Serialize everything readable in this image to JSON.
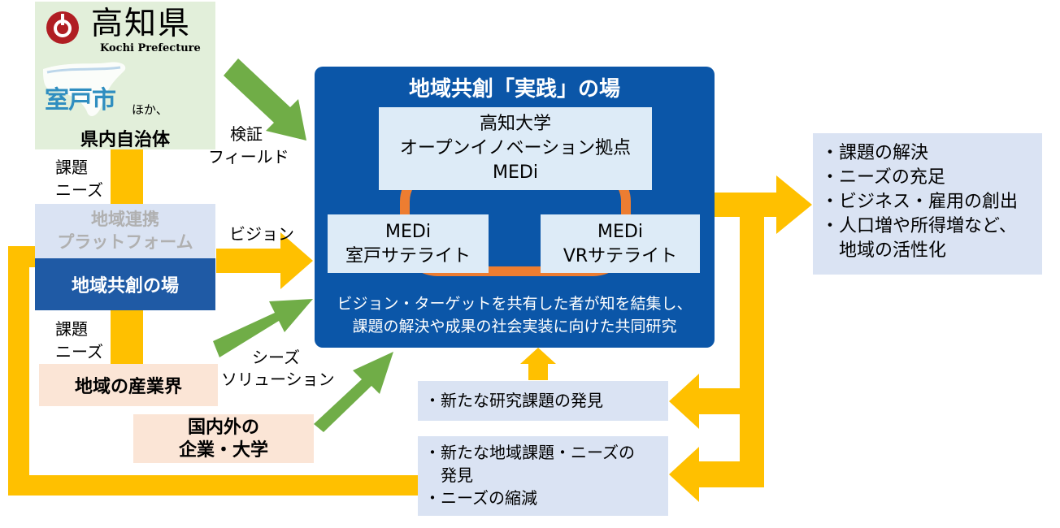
{
  "colors": {
    "yellow": "#ffc000",
    "green": "#70ad47",
    "orange": "#ed7d31",
    "navy": "#0b56a8",
    "light_blue": "#ddebf7",
    "lavender": "#dae3f3",
    "peach": "#fbe5d6",
    "pale_green": "#e2efda"
  },
  "government": {
    "prefecture_name": "高知県",
    "prefecture_name_en": "Kochi Prefecture",
    "city_name": "室戸市",
    "city_suffix": "ほか、",
    "label": "県内自治体",
    "issues_label_line1": "課題",
    "issues_label_line2": "ニーズ"
  },
  "platform": {
    "upper_line1": "地域連携",
    "upper_line2": "プラットフォーム",
    "lower": "地域共創の場"
  },
  "industry": {
    "issues_label_line1": "課題",
    "issues_label_line2": "ニーズ",
    "label": "地域の産業界"
  },
  "global_partners": {
    "line1": "国内外の",
    "line2": "企業・大学"
  },
  "arrow_labels": {
    "field_line1": "検証",
    "field_line2": "フィールド",
    "vision": "ビジョン",
    "seeds_line1": "シーズ",
    "seeds_line2": "ソリューション"
  },
  "center": {
    "title": "地域共創「実践」の場",
    "hub_line1": "高知大学",
    "hub_line2": "オープンイノベーション拠点",
    "hub_line3": "MEDi",
    "sat1_line1": "MEDi",
    "sat1_line2": "室戸サテライト",
    "sat2_line1": "MEDi",
    "sat2_line2": "VRサテライト",
    "desc_line1": "ビジョン・ターゲットを共有した者が知を結集し、",
    "desc_line2": "課題の解決や成果の社会実装に向けた共同研究"
  },
  "outcomes": [
    "・課題の解決",
    "・ニーズの充足",
    "・ビジネス・雇用の創出",
    "・人口増や所得増など、",
    "　地域の活性化"
  ],
  "research_discovery": "・新たな研究課題の発見",
  "regional_discovery": {
    "line1": "・新たな地域課題・ニーズの",
    "line2": "　発見",
    "line3": "・ニーズの縮減"
  }
}
